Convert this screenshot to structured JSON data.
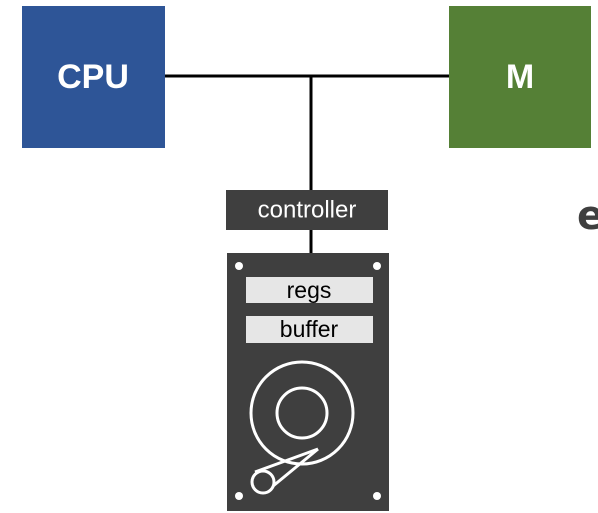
{
  "cpu": {
    "label": "CPU",
    "color": "#2e5597"
  },
  "memory": {
    "label": "M",
    "color": "#558036"
  },
  "controller": {
    "label": "controller",
    "color": "#3f3f3f"
  },
  "disk": {
    "color": "#3f3f3f",
    "regs_label": "regs",
    "buffer_label": "buffer",
    "slot_color": "#e6e6e6"
  },
  "bus_color": "#000000",
  "cropped_text": "e"
}
